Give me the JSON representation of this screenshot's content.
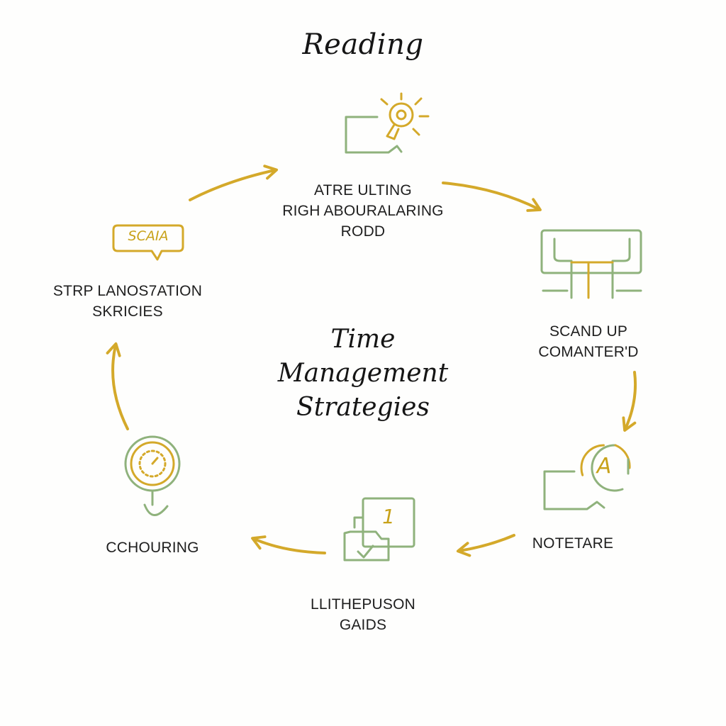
{
  "title": "Reading",
  "center_title": [
    "Time",
    "Management",
    "Strategies"
  ],
  "nodes": {
    "top": {
      "lines": [
        "ATRE ULTING",
        "RIGH ABOURALARING",
        "RODD"
      ],
      "icon": "laptop-lightbulb-icon"
    },
    "right_top": {
      "lines": [
        "SCAND UP",
        "COMANTER'D"
      ],
      "icon": "monitor-desk-icon"
    },
    "right_bottom": {
      "lines": [
        "NOTETARE"
      ],
      "icon": "laptop-a-badge-icon"
    },
    "bottom": {
      "lines": [
        "LLITHEPUSON",
        "GAIDS"
      ],
      "icon": "stacked-documents-icon"
    },
    "left_bottom": {
      "lines": [
        "CCHOURING"
      ],
      "icon": "clock-magnifier-icon"
    },
    "left_top": {
      "lines": [
        "STRP LANOS7ATION",
        "SKRICIES"
      ],
      "icon": "speech-bubble-icon",
      "badge": "SCAIA"
    }
  },
  "badges": {
    "doc_number": "1",
    "letter_a": "A"
  },
  "colors": {
    "accent_gold": "#d4a92a",
    "accent_green": "#8fb27c",
    "text": "#1b1b1b",
    "background": "#fefefd"
  }
}
